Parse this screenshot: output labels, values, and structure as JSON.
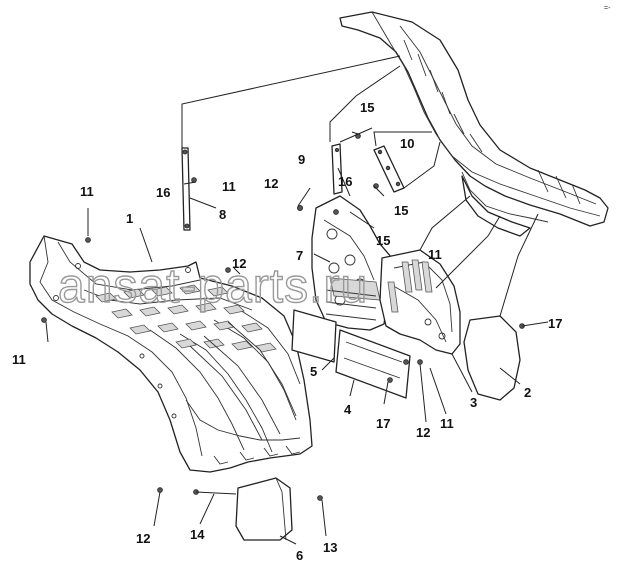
{
  "corner_mark": "=-",
  "watermark": "ansat-parts.ru",
  "callouts": [
    {
      "id": "c1",
      "label": "1"
    },
    {
      "id": "c2",
      "label": "2"
    },
    {
      "id": "c3",
      "label": "3"
    },
    {
      "id": "c4",
      "label": "4"
    },
    {
      "id": "c5",
      "label": "5"
    },
    {
      "id": "c6",
      "label": "6"
    },
    {
      "id": "c7",
      "label": "7"
    },
    {
      "id": "c8",
      "label": "8"
    },
    {
      "id": "c9",
      "label": "9"
    },
    {
      "id": "c10",
      "label": "10"
    },
    {
      "id": "c11a",
      "label": "11"
    },
    {
      "id": "c11b",
      "label": "11"
    },
    {
      "id": "c11c",
      "label": "11"
    },
    {
      "id": "c11d",
      "label": "11"
    },
    {
      "id": "c11e",
      "label": "11"
    },
    {
      "id": "c12a",
      "label": "12"
    },
    {
      "id": "c12b",
      "label": "12"
    },
    {
      "id": "c12c",
      "label": "12"
    },
    {
      "id": "c12d",
      "label": "12"
    },
    {
      "id": "c13",
      "label": "13"
    },
    {
      "id": "c14",
      "label": "14"
    },
    {
      "id": "c15a",
      "label": "15"
    },
    {
      "id": "c15b",
      "label": "15"
    },
    {
      "id": "c15c",
      "label": "15"
    },
    {
      "id": "c16a",
      "label": "16"
    },
    {
      "id": "c16b",
      "label": "16"
    },
    {
      "id": "c17a",
      "label": "17"
    },
    {
      "id": "c17b",
      "label": "17"
    }
  ]
}
